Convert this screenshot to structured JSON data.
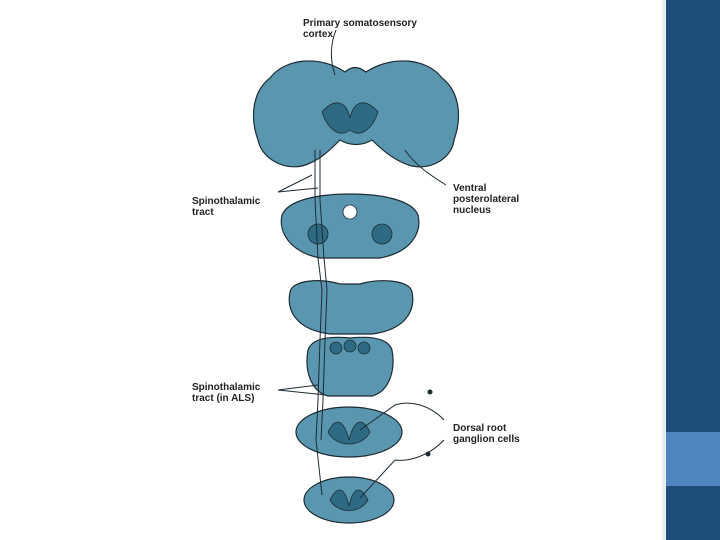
{
  "colors": {
    "tissue": "#5b96b0",
    "tissue_dark": "#2f6a85",
    "outline": "#1d2b33",
    "sidebar": "#1f4e79",
    "sidebar_accent": "#4f86c0"
  },
  "labels": {
    "cortex": "Primary somatosensory\ncortex",
    "vpl": "Ventral\nposterolateral\nnucleus",
    "tract": "Spinothalamic\ntract",
    "tract_als": "Spinothalamic\ntract (in ALS)",
    "drg": "Dorsal root\nganglion cells"
  }
}
